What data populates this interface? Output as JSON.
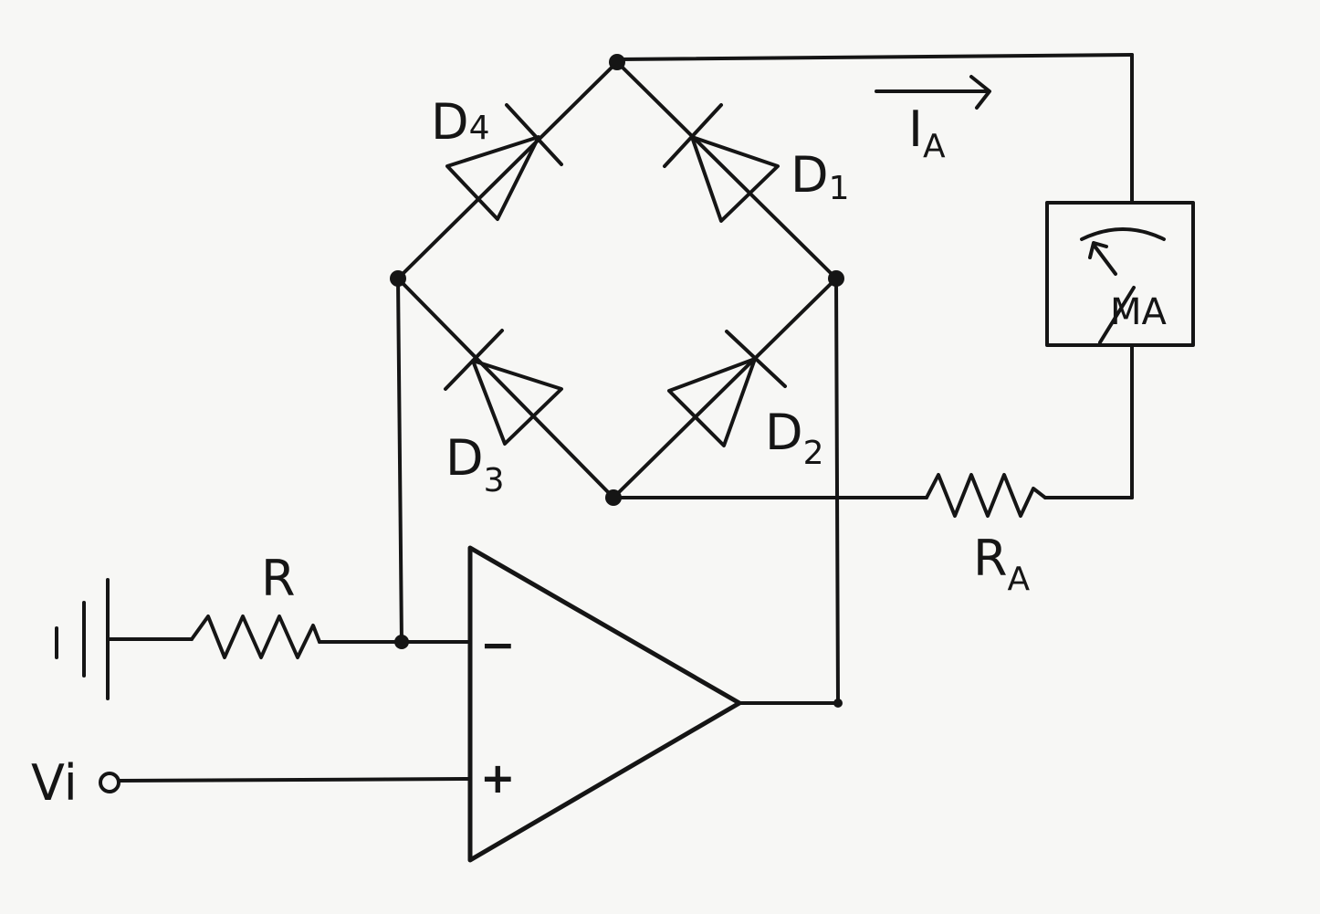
{
  "diagram": {
    "labels": {
      "d4": {
        "main": "D",
        "sub": "4"
      },
      "d1": {
        "main": "D",
        "sub": "1"
      },
      "d3": {
        "main": "D",
        "sub": "3"
      },
      "d2": {
        "main": "D",
        "sub": "2"
      },
      "ia": {
        "main": "I",
        "sub": "A"
      },
      "meter": "MA",
      "ra": {
        "main": "R",
        "sub": "A"
      },
      "r": "R",
      "vi": "Vi",
      "minus": "−",
      "plus": "+"
    },
    "colors": {
      "ink": "#151515",
      "paper": "#f7f7f5"
    }
  }
}
